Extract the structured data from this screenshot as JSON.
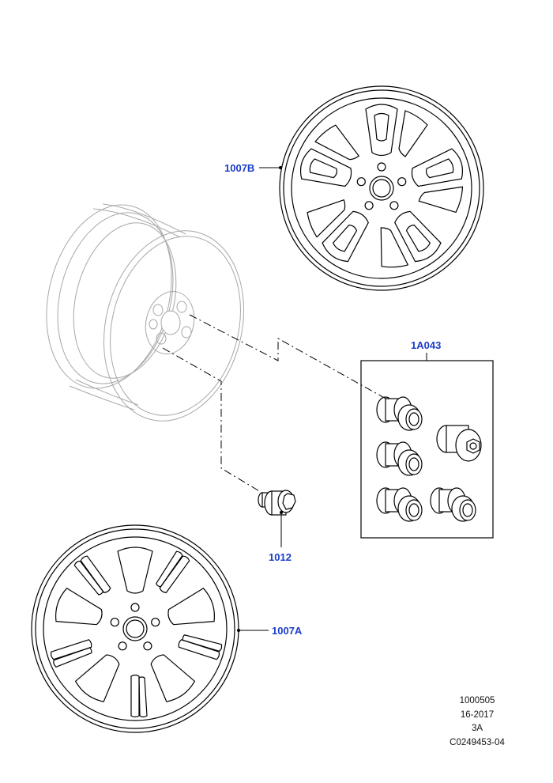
{
  "callouts": {
    "wheel_b": "1007B",
    "locking_nut_kit": "1A043",
    "wheel_nut": "1012",
    "wheel_a": "1007A"
  },
  "reference": {
    "line1": "1000505",
    "line2": "16-2017",
    "line3": "3A",
    "line4": "C0249453-04"
  },
  "colors": {
    "callout_text": "#1a3cc8",
    "line_art": "#000000",
    "ghost_wheel": "#9a9a9a"
  }
}
